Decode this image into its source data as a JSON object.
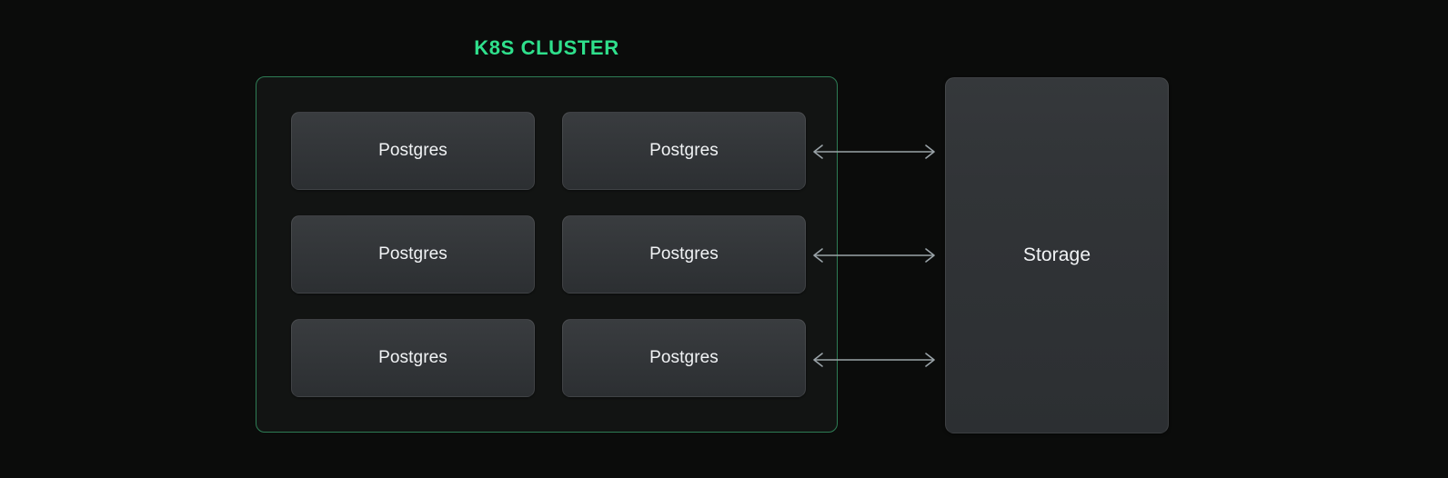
{
  "diagram": {
    "title": "K8S CLUSTER",
    "accent_color": "#2fe08c",
    "border_color": "#2e7d55",
    "background_color": "#0b0c0b",
    "cluster": {
      "label": "K8S CLUSTER",
      "pods": [
        {
          "label": "Postgres"
        },
        {
          "label": "Postgres"
        },
        {
          "label": "Postgres"
        },
        {
          "label": "Postgres"
        },
        {
          "label": "Postgres"
        },
        {
          "label": "Postgres"
        }
      ]
    },
    "storage": {
      "label": "Storage"
    },
    "connectors": [
      {
        "name": "pod-row-1-to-storage",
        "direction": "bidirectional"
      },
      {
        "name": "pod-row-2-to-storage",
        "direction": "bidirectional"
      },
      {
        "name": "pod-row-3-to-storage",
        "direction": "bidirectional"
      }
    ]
  }
}
